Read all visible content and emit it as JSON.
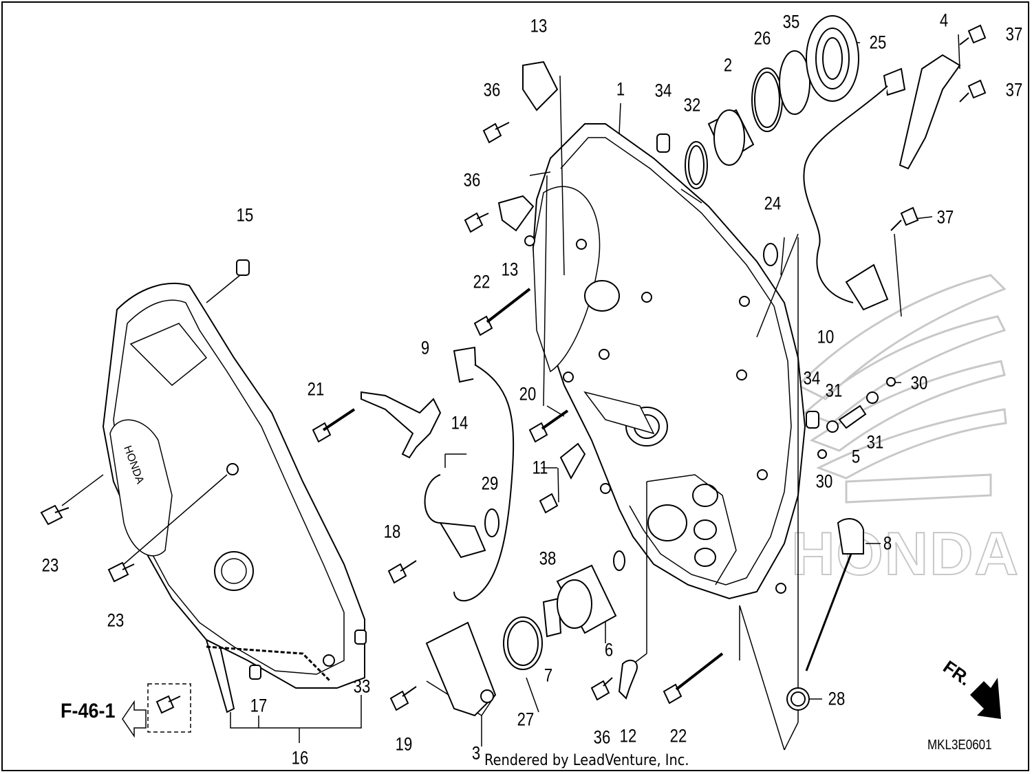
{
  "diagram": {
    "reference_link": "F-46-1",
    "drawing_code": "MKL3E0601",
    "footer": "Rendered by LeadVenture, Inc.",
    "direction_label": "FR.",
    "watermark": "HONDA",
    "callouts": [
      {
        "id": "c1",
        "label": "1"
      },
      {
        "id": "c2",
        "label": "2"
      },
      {
        "id": "c3",
        "label": "3"
      },
      {
        "id": "c4",
        "label": "4"
      },
      {
        "id": "c5",
        "label": "5"
      },
      {
        "id": "c6",
        "label": "6"
      },
      {
        "id": "c7",
        "label": "7"
      },
      {
        "id": "c8",
        "label": "8"
      },
      {
        "id": "c9",
        "label": "9"
      },
      {
        "id": "c10",
        "label": "10"
      },
      {
        "id": "c11",
        "label": "11"
      },
      {
        "id": "c12",
        "label": "12"
      },
      {
        "id": "c13a",
        "label": "13"
      },
      {
        "id": "c13b",
        "label": "13"
      },
      {
        "id": "c14",
        "label": "14"
      },
      {
        "id": "c15",
        "label": "15"
      },
      {
        "id": "c16",
        "label": "16"
      },
      {
        "id": "c17",
        "label": "17"
      },
      {
        "id": "c18",
        "label": "18"
      },
      {
        "id": "c19",
        "label": "19"
      },
      {
        "id": "c20",
        "label": "20"
      },
      {
        "id": "c21",
        "label": "21"
      },
      {
        "id": "c22a",
        "label": "22"
      },
      {
        "id": "c22b",
        "label": "22"
      },
      {
        "id": "c23a",
        "label": "23"
      },
      {
        "id": "c23b",
        "label": "23"
      },
      {
        "id": "c24",
        "label": "24"
      },
      {
        "id": "c25",
        "label": "25"
      },
      {
        "id": "c26",
        "label": "26"
      },
      {
        "id": "c27",
        "label": "27"
      },
      {
        "id": "c28",
        "label": "28"
      },
      {
        "id": "c29",
        "label": "29"
      },
      {
        "id": "c30a",
        "label": "30"
      },
      {
        "id": "c30b",
        "label": "30"
      },
      {
        "id": "c31a",
        "label": "31"
      },
      {
        "id": "c31b",
        "label": "31"
      },
      {
        "id": "c32",
        "label": "32"
      },
      {
        "id": "c33",
        "label": "33"
      },
      {
        "id": "c34a",
        "label": "34"
      },
      {
        "id": "c34b",
        "label": "34"
      },
      {
        "id": "c35",
        "label": "35"
      },
      {
        "id": "c36a",
        "label": "36"
      },
      {
        "id": "c36b",
        "label": "36"
      },
      {
        "id": "c36c",
        "label": "36"
      },
      {
        "id": "c37a",
        "label": "37"
      },
      {
        "id": "c37b",
        "label": "37"
      },
      {
        "id": "c37c",
        "label": "37"
      },
      {
        "id": "c38",
        "label": "38"
      }
    ]
  }
}
